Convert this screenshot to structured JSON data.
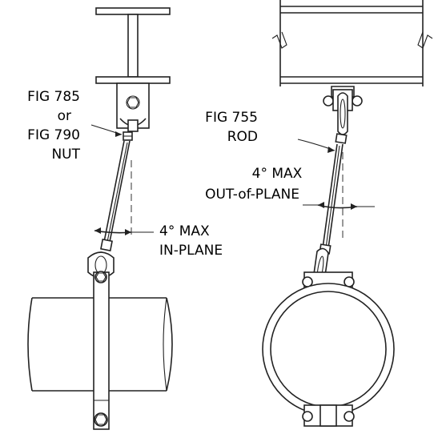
{
  "left_callouts": {
    "fig_785": "FIG 785",
    "or": "or",
    "fig_790": "FIG 790",
    "nut": "NUT",
    "angle_line1": "4° MAX",
    "angle_line2": "IN-PLANE"
  },
  "right_callouts": {
    "fig_755": "FIG 755",
    "rod": "ROD",
    "angle_line1": "4° MAX",
    "angle_line2": "OUT-of-PLANE"
  }
}
